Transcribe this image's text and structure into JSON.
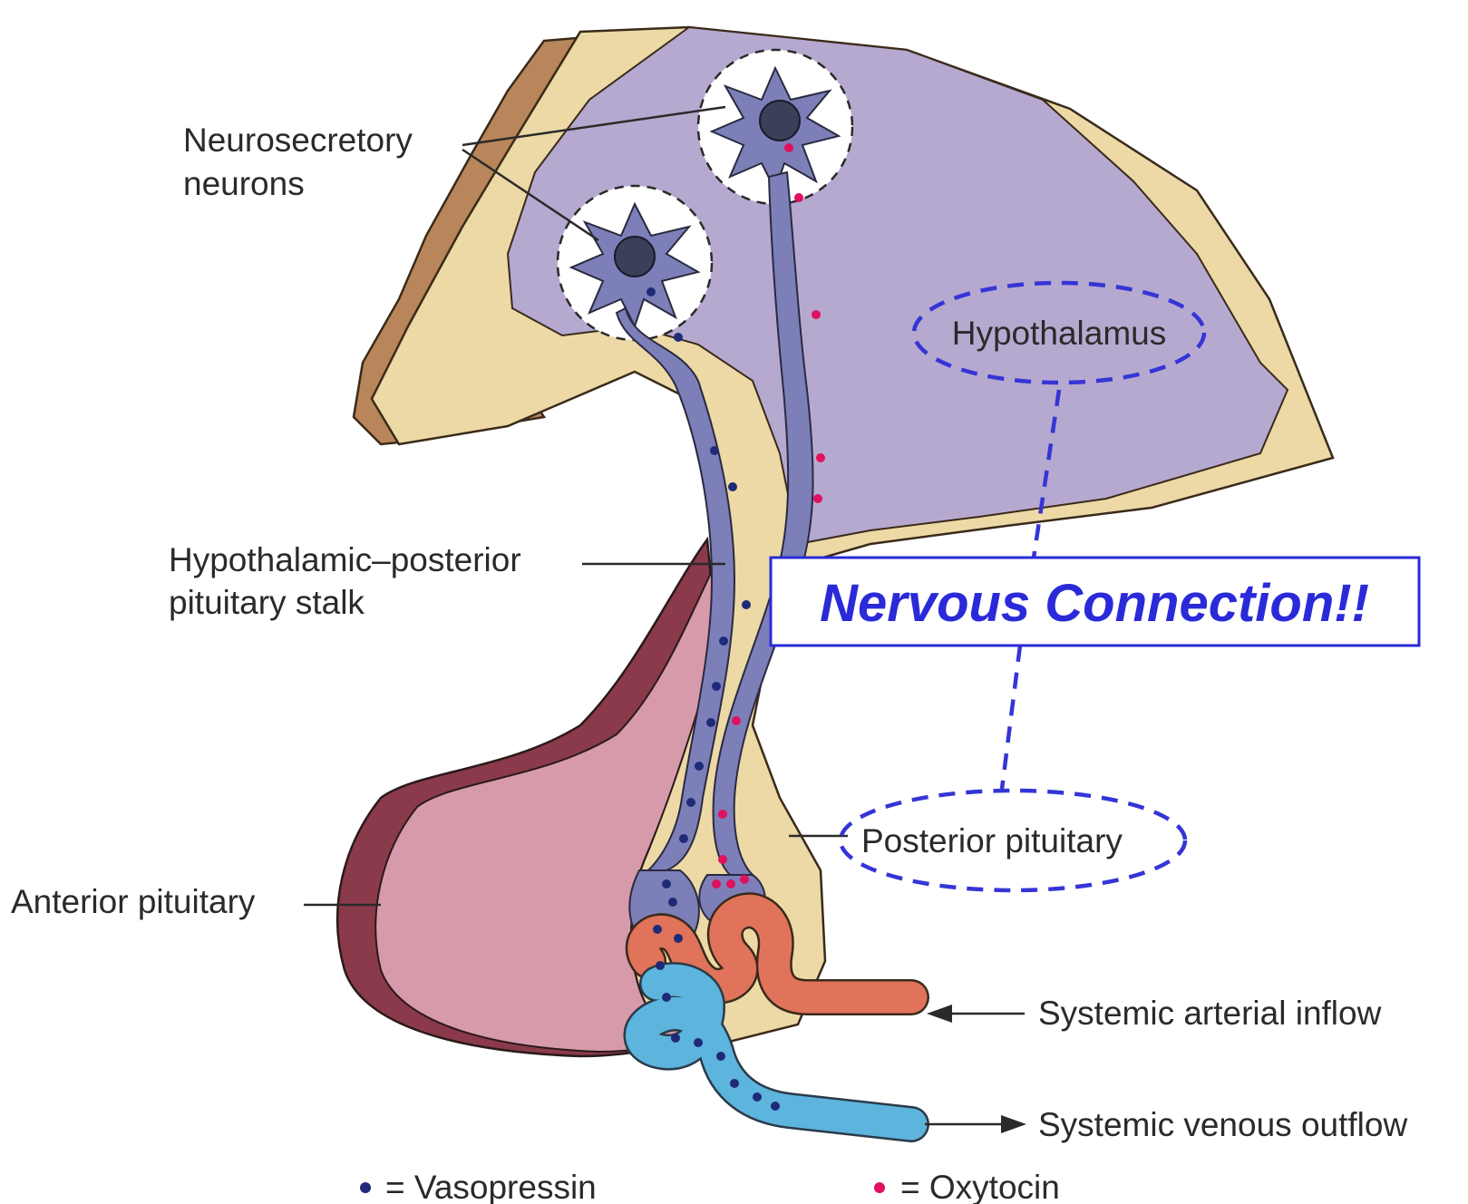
{
  "labels": {
    "neurosecretory_line1": "Neurosecretory",
    "neurosecretory_line2": "neurons",
    "hypothalamus": "Hypothalamus",
    "stalk_line1": "Hypothalamic–posterior",
    "stalk_line2": "pituitary stalk",
    "anterior": "Anterior pituitary",
    "posterior": "Posterior pituitary",
    "arterial": "Systemic arterial inflow",
    "venous": "Systemic venous outflow"
  },
  "callout": {
    "text": "Nervous Connection!!"
  },
  "legend": {
    "vasopressin": "= Vasopressin",
    "oxytocin": "= Oxytocin"
  },
  "colors": {
    "hypothalamus": "#b6a9d0",
    "brain_tan": "#ecd9a6",
    "brain_brown": "#b8865a",
    "anterior_pituitary": "#d79aab",
    "anterior_edge": "#8a3a4a",
    "neuron": "#7d7fb8",
    "artery": "#e0735a",
    "vein": "#5db4dc",
    "vasopressin": "#1f2a78",
    "oxytocin": "#e0115f",
    "callout": "#2a2ad8"
  }
}
